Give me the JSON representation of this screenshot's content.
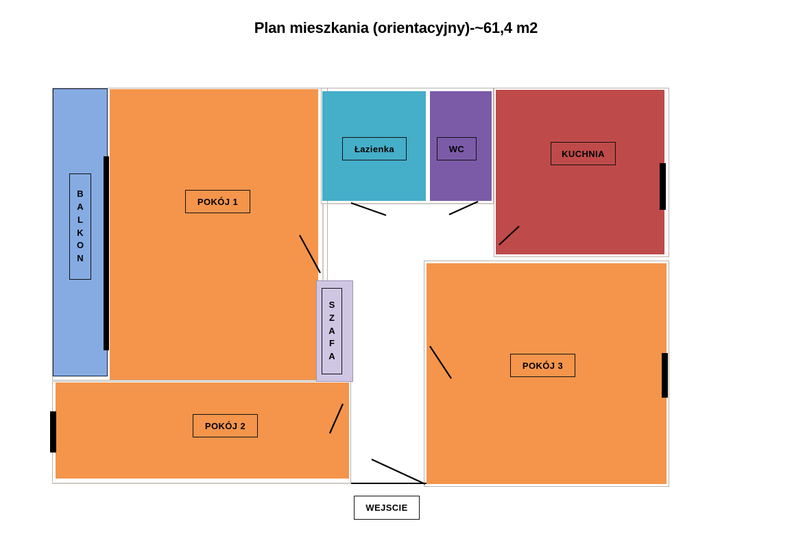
{
  "title": "Plan mieszkania (orientacyjny)-~61,4 m2",
  "colors": {
    "room_orange": "#F4954B",
    "bathroom_teal": "#45AEC9",
    "wc_purple": "#7B5BA8",
    "kitchen_red": "#BF4A4A",
    "balcony_blue": "#86ABE3",
    "wardrobe_lavender": "#CFC6E4",
    "hall_white": "#FFFFFF",
    "wall_gray": "#CFC9C4",
    "window_black": "#000000",
    "text_black": "#000000"
  },
  "rooms": [
    {
      "key": "balkon",
      "label": "BALKON",
      "label_letters": [
        "B",
        "A",
        "L",
        "K",
        "O",
        "N"
      ],
      "color": "#86ABE3"
    },
    {
      "key": "pokoj1",
      "label": "POKÓJ 1",
      "color": "#F4954B"
    },
    {
      "key": "lazienka",
      "label": "Łazienka",
      "color": "#45AEC9"
    },
    {
      "key": "wc",
      "label": "WC",
      "color": "#7B5BA8"
    },
    {
      "key": "kuchnia",
      "label": "KUCHNIA",
      "color": "#BF4A4A"
    },
    {
      "key": "szafa",
      "label": "SZAFA",
      "label_letters": [
        "S",
        "Z",
        "A",
        "F",
        "A"
      ],
      "color": "#CFC6E4"
    },
    {
      "key": "pokoj2",
      "label": "POKÓJ 2",
      "color": "#F4954B"
    },
    {
      "key": "pokoj3",
      "label": "POKÓJ 3",
      "color": "#F4954B"
    },
    {
      "key": "wejscie",
      "label": "WEJSCIE",
      "color": "#FFFFFF"
    }
  ],
  "labels": {
    "balkon": "BALKON",
    "pokoj1": "POKÓJ 1",
    "lazienka": "Łazienka",
    "wc": "WC",
    "kuchnia": "KUCHNIA",
    "szafa": "SZAFA",
    "pokoj2": "POKÓJ 2",
    "pokoj3": "POKÓJ 3",
    "wejscie": "WEJSCIE"
  },
  "balkon_letters": [
    "B",
    "A",
    "L",
    "K",
    "O",
    "N"
  ],
  "szafa_letters": [
    "S",
    "Z",
    "A",
    "F",
    "A"
  ]
}
